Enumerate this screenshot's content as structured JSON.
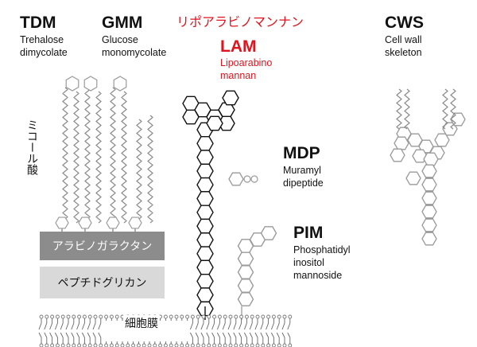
{
  "tdm": {
    "abbr": "TDM",
    "line1": "Trehalose",
    "line2": "dimycolate"
  },
  "gmm": {
    "abbr": "GMM",
    "line1": "Glucose",
    "line2": "monomycolate"
  },
  "lam": {
    "jp_title": "リポアラビノマンナン",
    "abbr": "LAM",
    "line1": "Lipoarabino",
    "line2": "mannan"
  },
  "cws": {
    "abbr": "CWS",
    "line1": "Cell wall",
    "line2": "skeleton"
  },
  "mdp": {
    "abbr": "MDP",
    "line1": "Muramyl",
    "line2": "dipeptide"
  },
  "pim": {
    "abbr": "PIM",
    "line1": "Phosphatidyl",
    "line2": "inositol",
    "line3": "mannoside"
  },
  "mycolic_acid_label": "ミコール酸",
  "arabinogalactan_label": "アラビノガラクタン",
  "peptidoglycan_label": "ペプチドグリカン",
  "membrane_label": "細胞膜",
  "colors": {
    "accent": "#e0141e",
    "arabinogalactan": "#8c8c8c",
    "peptidoglycan": "#d9d9d9",
    "hex_gray": "#9a9a9a"
  }
}
